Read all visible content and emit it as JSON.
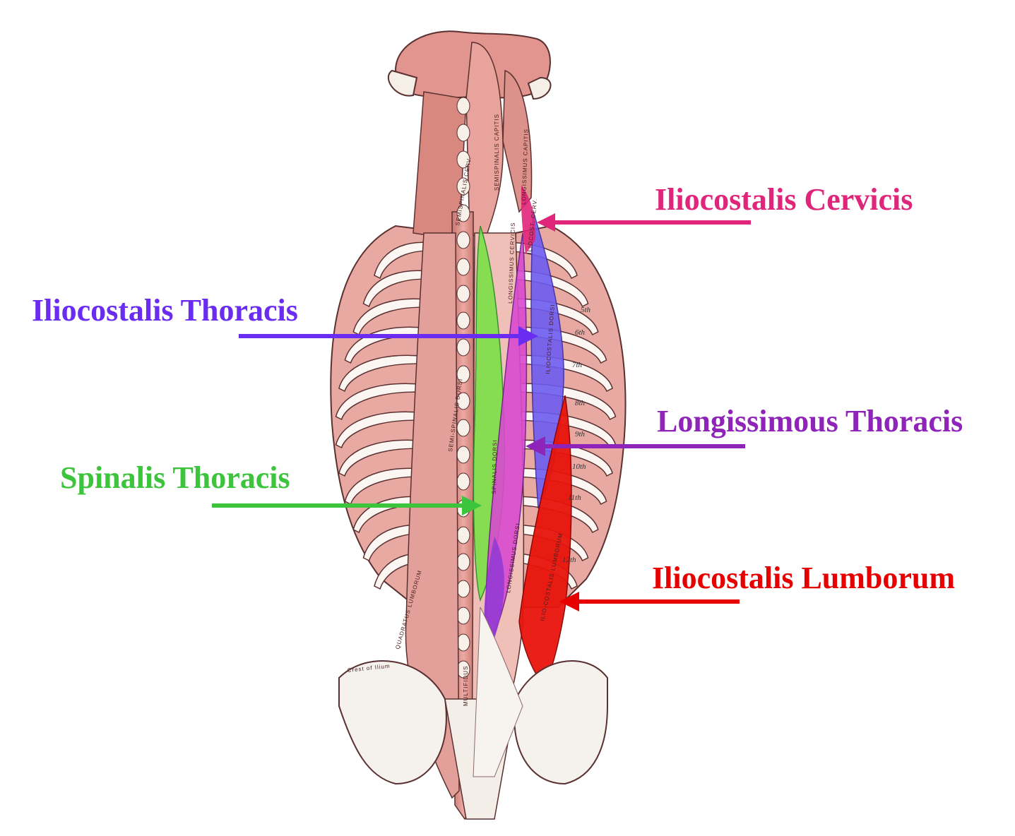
{
  "labels": {
    "iliocostalis_cervicis": "Iliocostalis Cervicis",
    "iliocostalis_thoracis": "Iliocostalis Thoracis",
    "longissimous_thoracis": "Longissimous Thoracis",
    "spinalis_thoracis": "Spinalis Thoracis",
    "iliocostalis_lumborum": "Iliocostalis Lumborum"
  },
  "colors": {
    "iliocostalis_cervicis": "#e0267a",
    "iliocostalis_thoracis": "#6a2cf0",
    "longissimous_thoracis": "#8e24b8",
    "spinalis_thoracis": "#3cc43c",
    "iliocostalis_lumborum": "#e60000",
    "muscle": "#e8a4a0",
    "bone": "#f4f2ee"
  },
  "rib_numbers": [
    "5th",
    "6th",
    "7th",
    "8th",
    "9th",
    "10th",
    "11th",
    "12th"
  ],
  "engraved_text": {
    "semispinalis_capitis": "SEMISPINALIS CAPITIS",
    "longissimus_capitis": "LONGISSIMUS CAPITIS",
    "semispinalis_cerv": "SEMISPINALIS CERV.",
    "longissimus_cervicis": "LONGISSIMUS CERVICIS",
    "iliocost_cerv": "ILIOCOST. CERV.",
    "iliocostalis_dorsi": "ILIOCOSTALIS DORSI",
    "longissimus_dorsi": "LONGISSIMUS DORSI",
    "spinalis_dorsi": "SPINALIS DORSI",
    "semi_spinalis_dorsi": "SEMI-SPINALIS DORSI",
    "iliocostalis_lumborum": "ILIO-COSTALIS LUMBORUM",
    "multifidus": "MULTIFIDUS",
    "crest_of_ilium": "Crest of Ilium",
    "quadratus_lumborum": "QUADRATUS LUMBORUM"
  }
}
